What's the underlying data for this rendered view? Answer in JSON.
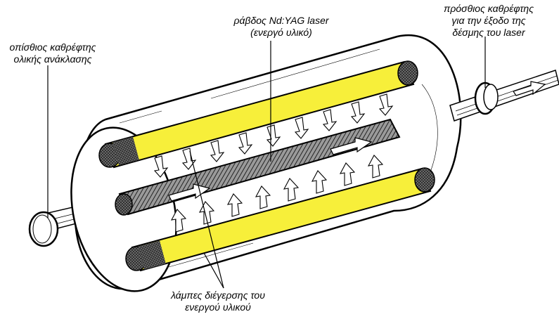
{
  "labels": {
    "rod": {
      "line1": "ράβδος Nd:YAG laser",
      "line2": "(ενεργό υλικό)"
    },
    "rear_mirror": {
      "line1": "οπίσθιος καθρέφτης",
      "line2": "ολικής ανάκλασης"
    },
    "front_mirror": {
      "line1": "πρόσθιος καθρέφτης",
      "line2": "για την έξοδο της",
      "line3": "δέσμης του laser"
    },
    "lamps": {
      "line1": "λάμπες διέγερσης του",
      "line2": "ενεργού υλικού"
    }
  },
  "colors": {
    "lamp": "#f7ef3a",
    "outline": "#000000",
    "rod_hatch": "#444444",
    "background": "#ffffff"
  }
}
